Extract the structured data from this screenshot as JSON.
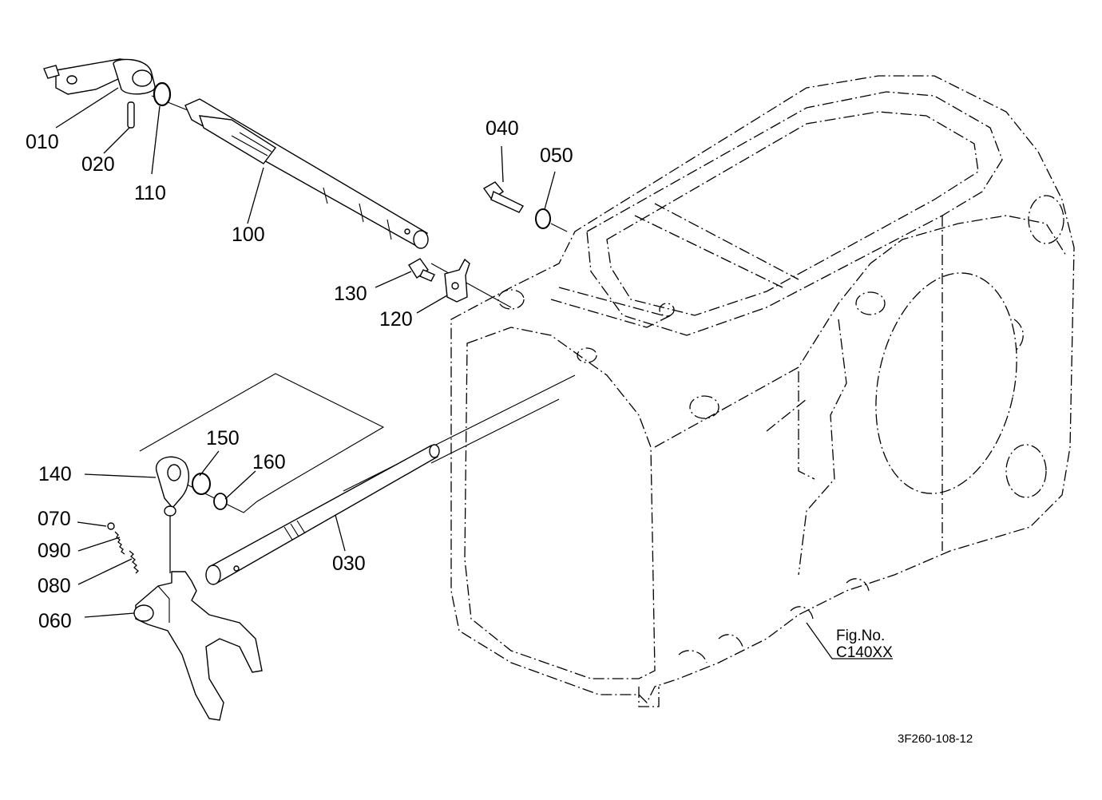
{
  "diagram": {
    "labels": [
      "010",
      "020",
      "110",
      "100",
      "040",
      "050",
      "130",
      "120",
      "150",
      "160",
      "140",
      "070",
      "090",
      "080",
      "060",
      "030"
    ],
    "figure_ref": {
      "line1": "Fig.No.",
      "line2": "C140XX"
    },
    "doc_id": "3F260-108-12"
  },
  "colors": {
    "ink": "#000000",
    "paper": "#ffffff"
  }
}
